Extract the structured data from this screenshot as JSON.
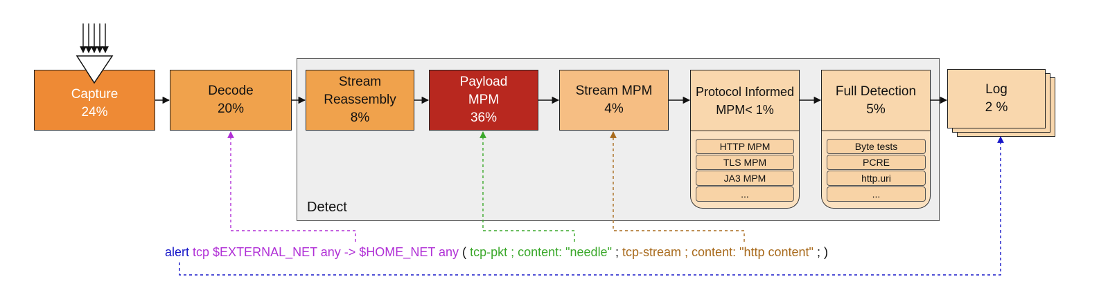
{
  "stages": {
    "capture": {
      "name": "Capture",
      "pct": "24%"
    },
    "decode": {
      "name": "Decode",
      "pct": "20%"
    },
    "stream_reassembly": {
      "line1": "Stream",
      "line2": "Reassembly",
      "pct": "8%"
    },
    "payload_mpm": {
      "line1": "Payload",
      "line2": "MPM",
      "pct": "36%"
    },
    "stream_mpm": {
      "name": "Stream MPM",
      "pct": "4%"
    },
    "protocol_informed": {
      "line1": "Protocol Informed",
      "line2": "MPM< 1%"
    },
    "full_detection": {
      "name": "Full Detection",
      "pct": "5%"
    },
    "log": {
      "name": "Log",
      "pct": "2 %"
    }
  },
  "detect_label": "Detect",
  "protocol_items": [
    "HTTP MPM",
    "TLS MPM",
    "JA3 MPM",
    "..."
  ],
  "detection_items": [
    "Byte tests",
    "PCRE",
    "http.uri",
    "..."
  ],
  "rule": {
    "action": "alert",
    "header": "tcp $EXTERNAL_NET any -> $HOME_NET any",
    "open_paren": "(",
    "tcp_pkt_opt": "tcp-pkt ; content: \"needle\"",
    "sep": ";",
    "tcp_stream_opt": "tcp-stream ; content: \"http content\"",
    "close": "; )"
  },
  "colors": {
    "capture": "#ee8a35",
    "decode": "#f0a24c",
    "payload": "#b8281f",
    "light_stage": "#f6be83",
    "pale_stage": "#f9d7ad",
    "action": "#1616c8",
    "header": "#b02fd6",
    "tcp_pkt": "#3aa82a",
    "tcp_stream": "#a86a1c"
  },
  "icons": [
    "packet-input-arrows-icon",
    "funnel-triangle-icon"
  ]
}
